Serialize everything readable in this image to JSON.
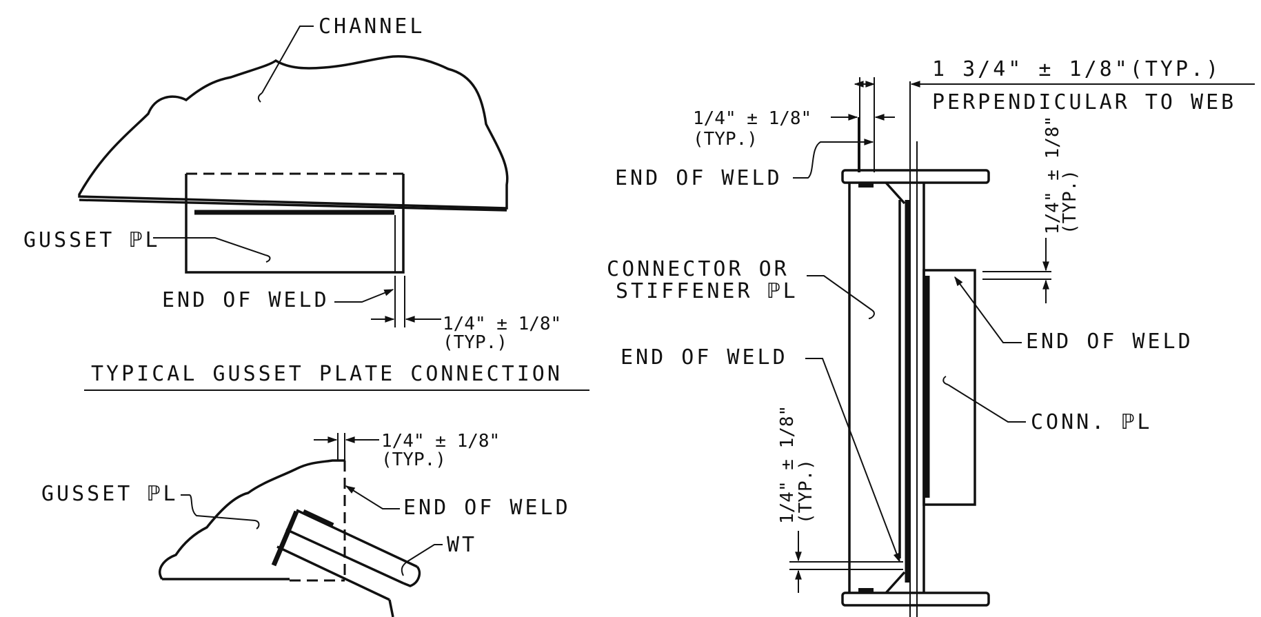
{
  "labels": {
    "channel": "CHANNEL",
    "gusset_pl_top": "GUSSET ℙL",
    "end_of_weld_top": "END OF WELD",
    "tol_top": "1/4\" ± 1/8\"",
    "typ_top": "(TYP.)",
    "title_gusset": "TYPICAL GUSSET PLATE CONNECTION",
    "tol_bottom": "1/4\" ± 1/8\"",
    "typ_bottom": "(TYP.)",
    "gusset_pl_bottom": "GUSSET ℙL",
    "end_of_weld_bottom": "END OF WELD",
    "wt": "WT",
    "dim_top_right": "1 3/4\" ± 1/8\"(TYP.)",
    "perpendicular": "PERPENDICULAR TO WEB",
    "tol_right_left": "1/4\" ± 1/8\"",
    "typ_right_left": "(TYP.)",
    "end_of_weld_r1": "END OF WELD",
    "connector_or": "CONNECTOR OR",
    "stiffener_pl": "STIFFENER ℙL",
    "end_of_weld_r2": "END OF WELD",
    "end_of_weld_r3": "END OF WELD",
    "conn_pl": "CONN. ℙL",
    "tol_vert_right": "1/4\" ± 1/8\"",
    "typ_vert_right": "(TYP.)",
    "tol_vert_left": "1/4\" ± 1/8\"",
    "typ_vert_left": "(TYP.)"
  }
}
